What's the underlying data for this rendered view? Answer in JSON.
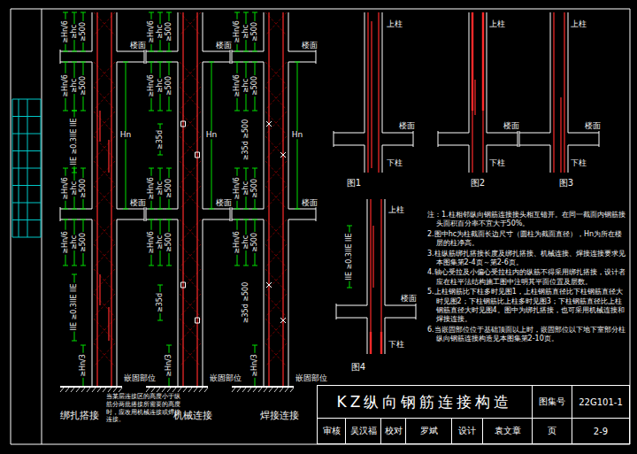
{
  "diagram": {
    "nodes": [
      {
        "text": [
          "KZ纵向钢筋连接构造"
        ]
      },
      {
        "text": [
          "图集号"
        ]
      },
      {
        "text": [
          "22G101-1"
        ]
      },
      {
        "text": [
          "审核"
        ]
      },
      {
        "text": [
          "吴汉福"
        ]
      },
      {
        "text": [
          "校对"
        ]
      },
      {
        "text": [
          "罗斌"
        ]
      },
      {
        "text": [
          "设计"
        ]
      },
      {
        "text": [
          "袁文章"
        ]
      },
      {
        "text": [
          "页"
        ]
      },
      {
        "text": [
          "2-9"
        ]
      }
    ],
    "labels": [
      "≥Hn/6",
      "≥hc",
      "≥500",
      "≥Hn/6",
      "≥hc",
      "≥500",
      "llE ≥0.3llE llE",
      "Hn",
      "楼面",
      "≥Hn/6",
      "≥hc",
      "≥500",
      "楼面",
      "≥Hn/6",
      "≥hc",
      "≥500",
      "llE ≥0.3llE llE",
      "≥Hn/3",
      "嵌固部位",
      "≥Hn/6",
      "≥hc",
      "≥500",
      "≥Hn/6",
      "≥hc",
      "≥500",
      "≥35d",
      "Hn",
      "楼面",
      "≥Hn/6",
      "≥hc",
      "≥500",
      "楼面",
      "≥Hn/6",
      "≥hc",
      "≥500",
      "≥35d",
      "≥Hn/3",
      "嵌固部位",
      "≥Hn/6",
      "≥hc",
      "≥500",
      "≥Hn/6",
      "≥hc",
      "≥500",
      "≥35d ≥500",
      "Hn",
      "楼面",
      "≥Hn/6",
      "≥hc",
      "≥500",
      "楼面",
      "≥Hn/6",
      "≥hc",
      "≥500",
      "≥35d ≥500",
      "≥Hn/3",
      "嵌固部位",
      "绑扎搭接",
      "机械连接",
      "焊接连接",
      "当某层连接区的高度小于纵筋分两批搭接所需要的高度时，应改用机械连接或焊接连接。",
      "上柱",
      "楼面",
      "下柱",
      "图1",
      "上柱",
      "楼面",
      "下柱",
      "图2",
      "上柱",
      "楼面",
      "下柱",
      "图3",
      "llE ≥0.3llE llE",
      "上柱",
      "楼面",
      "下柱",
      "图4",
      "注：1.柱相邻纵向钢筋连接接头相互错开。在同一截面内钢筋接头面积百分率不宜大于50%。",
      "2.图中hc为柱截面长边尺寸（圆柱为截面直径），Hn为所在楼层的柱净高。",
      "3.柱纵筋绑扎搭接长度及绑扎搭接、机械连接、焊接连接要求见本图集第2-4页～第2-6页。",
      "4.轴心受拉及小偏心受拉柱内的纵筋不得采用绑扎搭接，设计者应在柱平法结构施工图中注明其平面位置及层数。",
      "5.上柱钢筋比下柱多时见图1，上柱钢筋直径比下柱钢筋直径大时见图2；下柱钢筋比上柱多时见图3；下柱钢筋直径比上柱钢筋直径大时见图4。图中为绑扎搭接，也可采用机械连接和焊接连接。",
      "6.当嵌固部位位于基础顶面以上时，嵌固部位以下地下室部分柱纵向钢筋连接构造见本图集第2-10页。"
    ]
  }
}
